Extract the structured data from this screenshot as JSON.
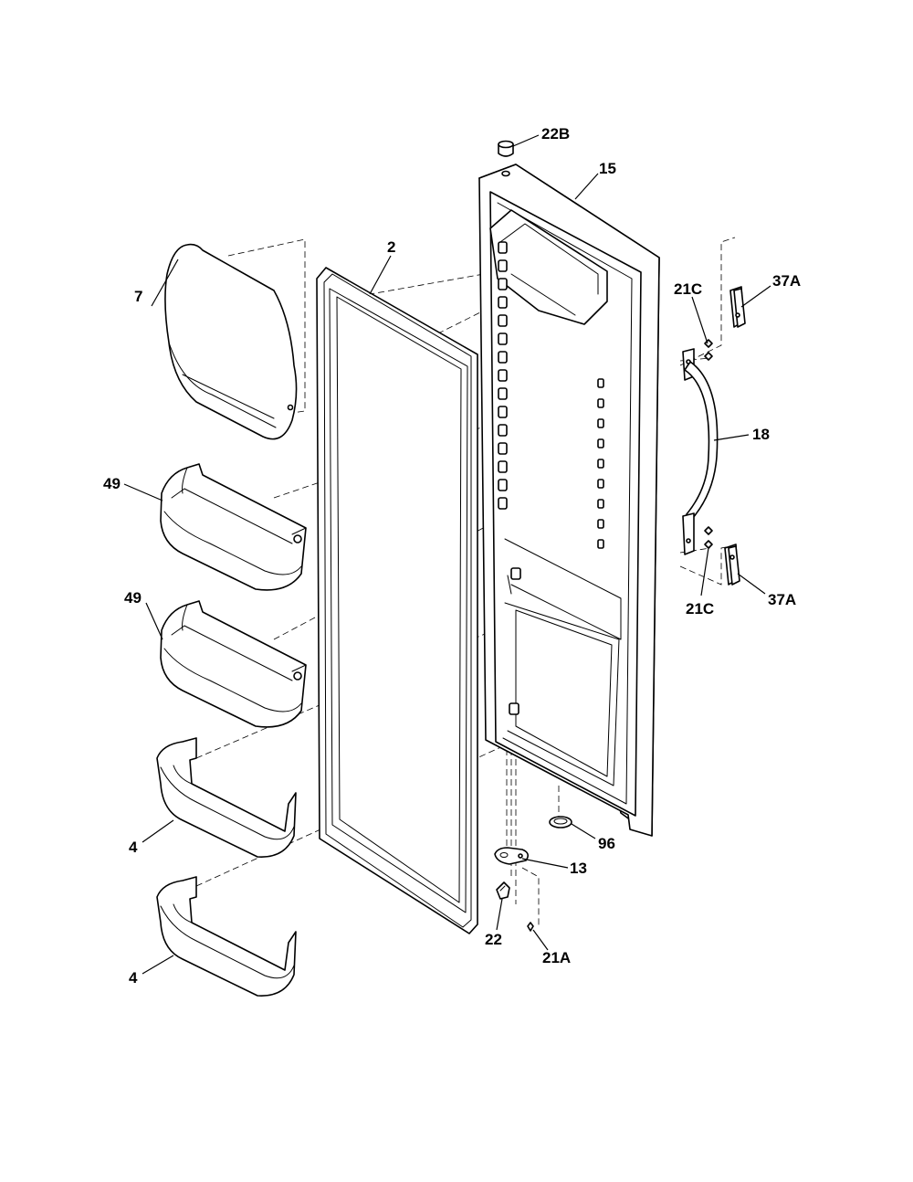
{
  "diagram": {
    "callouts": {
      "c22b": "22B",
      "c15": "15",
      "c2": "2",
      "c7": "7",
      "c21c_top": "21C",
      "c37a_top": "37A",
      "c18": "18",
      "c49_a": "49",
      "c49_b": "49",
      "c21c_bottom": "21C",
      "c37a_bottom": "37A",
      "c96": "96",
      "c13": "13",
      "c4_a": "4",
      "c22": "22",
      "c21a": "21A",
      "c4_b": "4"
    }
  }
}
